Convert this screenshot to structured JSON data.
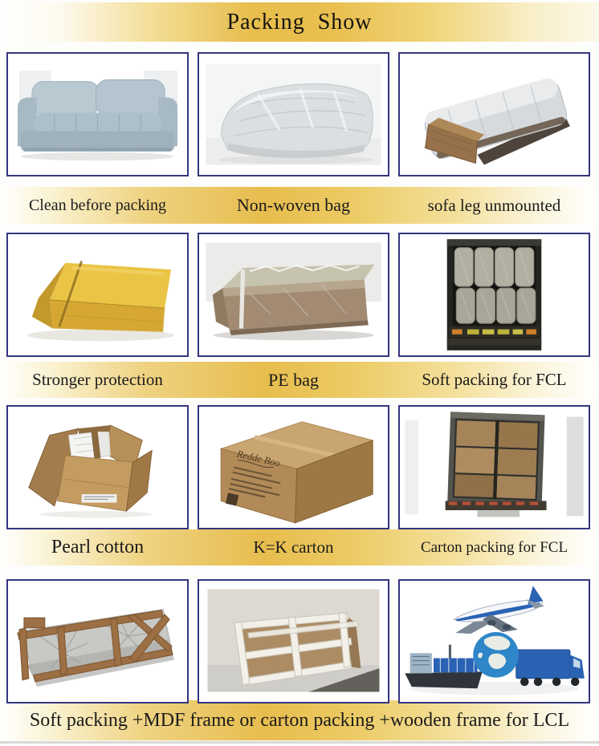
{
  "title": "Packing  Show",
  "sections": [
    {
      "cells": [
        {
          "caption": "Clean before packing",
          "image": "sofa-before-packing"
        },
        {
          "caption": "Non-woven bag",
          "image": "sofa-in-non-woven-bag"
        },
        {
          "caption": "sofa leg unmounted",
          "image": "wrapped-sofa-leg-unmounted"
        }
      ]
    },
    {
      "cells": [
        {
          "caption": "Stronger protection",
          "image": "yellow-protective-carton"
        },
        {
          "caption": "PE bag",
          "image": "sofa-in-pe-bag"
        },
        {
          "caption": "Soft packing for FCL",
          "image": "container-soft-packing"
        }
      ]
    },
    {
      "cells": [
        {
          "caption": "Pearl cotton",
          "image": "pearl-cotton-in-carton"
        },
        {
          "caption": "K=K carton",
          "image": "kk-carton-box"
        },
        {
          "caption": "Carton packing for FCL",
          "image": "container-carton-packing"
        }
      ]
    },
    {
      "cells": [
        {
          "caption": "",
          "image": "soft-packing-mdf-frame"
        },
        {
          "caption": "",
          "image": "carton-with-wooden-frame"
        },
        {
          "caption": "",
          "image": "logistics-transport-collage"
        }
      ],
      "caption": "Soft packing +MDF frame or carton packing +wooden frame for LCL"
    }
  ],
  "carton_print": {
    "brand": "Redde Boo"
  },
  "colors": {
    "cell_border": "#35357f",
    "band_gold": "#e8c050",
    "text": "#1b1b1b"
  }
}
